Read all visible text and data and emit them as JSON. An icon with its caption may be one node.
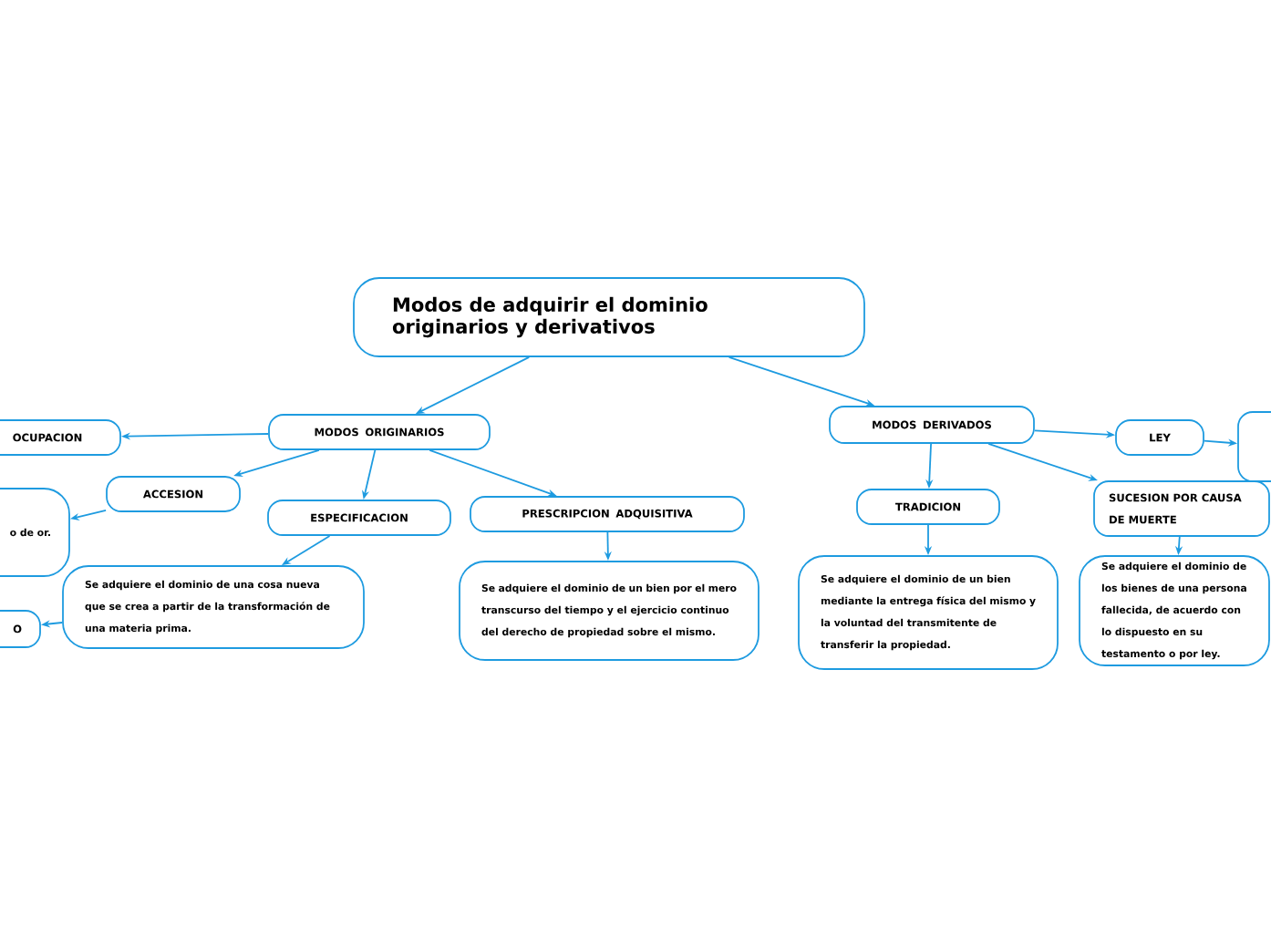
{
  "diagram": {
    "nodes": [
      {
        "text": [
          "Modos de adquirir el dominio originarios y derivativos"
        ]
      },
      {
        "text": [
          "MODOS ORIGINARIOS"
        ]
      },
      {
        "text": [
          "OCUPACION"
        ]
      },
      {
        "text": [
          "ACCESION"
        ]
      },
      {
        "text": [
          "o de or."
        ]
      },
      {
        "text": [
          "ESPECIFICACION"
        ]
      },
      {
        "text": [
          "Se adquiere el dominio de una cosa nueva que se crea a partir de la transformación de una materia prima."
        ]
      },
      {
        "text": [
          "O"
        ]
      },
      {
        "text": [
          "PRESCRIPCION ADQUISITIVA"
        ]
      },
      {
        "text": [
          "Se adquiere el dominio de un bien por el mero transcurso del tiempo y el ejercicio continuo del derecho de propiedad sobre el mismo."
        ]
      },
      {
        "text": [
          "MODOS DERIVADOS"
        ]
      },
      {
        "text": [
          "LEY"
        ]
      },
      {
        "text": [],
        "shape": "box"
      },
      {
        "text": [
          "TRADICION"
        ]
      },
      {
        "text": [
          "Se adquiere el dominio de un bien mediante la entrega física del mismo y la voluntad del transmitente de transferir la propiedad."
        ]
      },
      {
        "text": [
          "SUCESION POR CAUSA DE MUERTE"
        ]
      },
      {
        "text": [
          "Se adquiere el dominio de los bienes de una persona fallecida, de acuerdo con lo dispuesto en su testamento o por ley."
        ]
      }
    ],
    "edges": [
      {
        "from": 0,
        "to": 1,
        "arrow": "to"
      },
      {
        "from": 0,
        "to": 10,
        "arrow": "to"
      },
      {
        "from": 1,
        "to": 2,
        "arrow": "to"
      },
      {
        "from": 1,
        "to": 3,
        "arrow": "to"
      },
      {
        "from": 1,
        "to": 5,
        "arrow": "to"
      },
      {
        "from": 1,
        "to": 8,
        "arrow": "to"
      },
      {
        "from": 3,
        "to": 4,
        "arrow": "to"
      },
      {
        "from": 5,
        "to": 6,
        "arrow": "to"
      },
      {
        "from": 6,
        "to": 7,
        "arrow": "to"
      },
      {
        "from": 8,
        "to": 9,
        "arrow": "to"
      },
      {
        "from": 10,
        "to": 11,
        "arrow": "to"
      },
      {
        "from": 11,
        "to": 12,
        "arrow": "to"
      },
      {
        "from": 10,
        "to": 13,
        "arrow": "to"
      },
      {
        "from": 10,
        "to": 15,
        "arrow": "to"
      },
      {
        "from": 13,
        "to": 14,
        "arrow": "to"
      },
      {
        "from": 15,
        "to": 16,
        "arrow": "to"
      }
    ]
  }
}
